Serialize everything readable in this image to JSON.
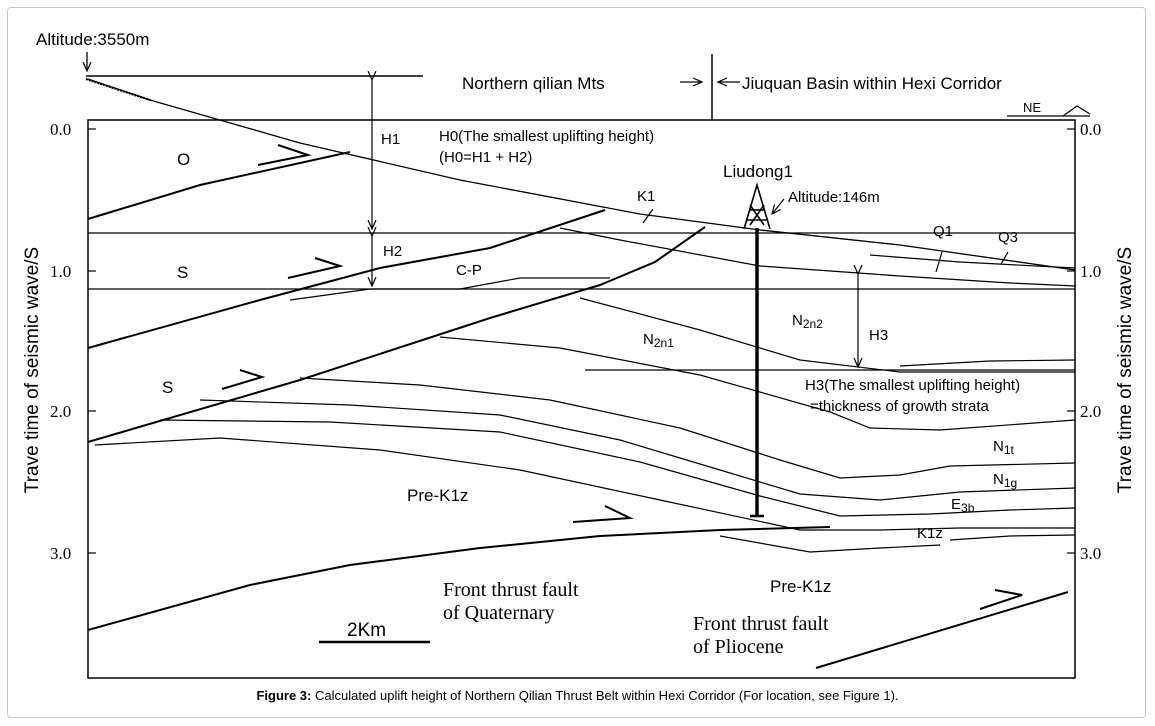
{
  "header": {
    "altitude_top": "Altitude:3550m",
    "mountains": "Northern qilian Mts",
    "basin": "Jiuquan Basin within Hexi Corridor",
    "direction": "NE"
  },
  "axis": {
    "ylabel_left": "Trave time of seismic wave/S",
    "ylabel_right": "Trave time of seismic wave/S",
    "ticks": [
      "0.0",
      "1.0",
      "2.0",
      "3.0"
    ]
  },
  "labels": {
    "h1": "H1",
    "h0_line1": "H0(The smallest uplifting height)",
    "h0_line2": "(H0=H1 + H2)",
    "h2": "H2",
    "h3": "H3",
    "h3_note_line1": "H3(The smallest uplifting height)",
    "h3_note_line2": "=thickness of growth strata",
    "well": "Liudong1",
    "well_altitude": "Altitude:146m",
    "k1": "K1",
    "q1": "Q1",
    "q3": "Q3",
    "o": "O",
    "s1": "S",
    "s2": "S",
    "cp": "C-P",
    "n2n2_main": "N",
    "n2n2_sub": "2n2",
    "n2n1_main": "N",
    "n2n1_sub": "2n1",
    "n1t_main": "N",
    "n1t_sub": "1t",
    "n1g_main": "N",
    "n1g_sub": "1g",
    "e3b_main": "E",
    "e3b_sub": "3b",
    "k1z": "K1z",
    "pre_k1z_left": "Pre-K1z",
    "pre_k1z_right": "Pre-K1z",
    "fault_q_line1": "Front thrust fault",
    "fault_q_line2": "of Quaternary",
    "fault_p_line1": "Front thrust fault",
    "fault_p_line2": "of Pliocene",
    "scale": "2Km"
  },
  "caption": {
    "prefix": "Figure 3:",
    "text": " Calculated uplift height of Northern Qilian Thrust Belt within Hexi Corridor (For location, see Figure 1)."
  }
}
